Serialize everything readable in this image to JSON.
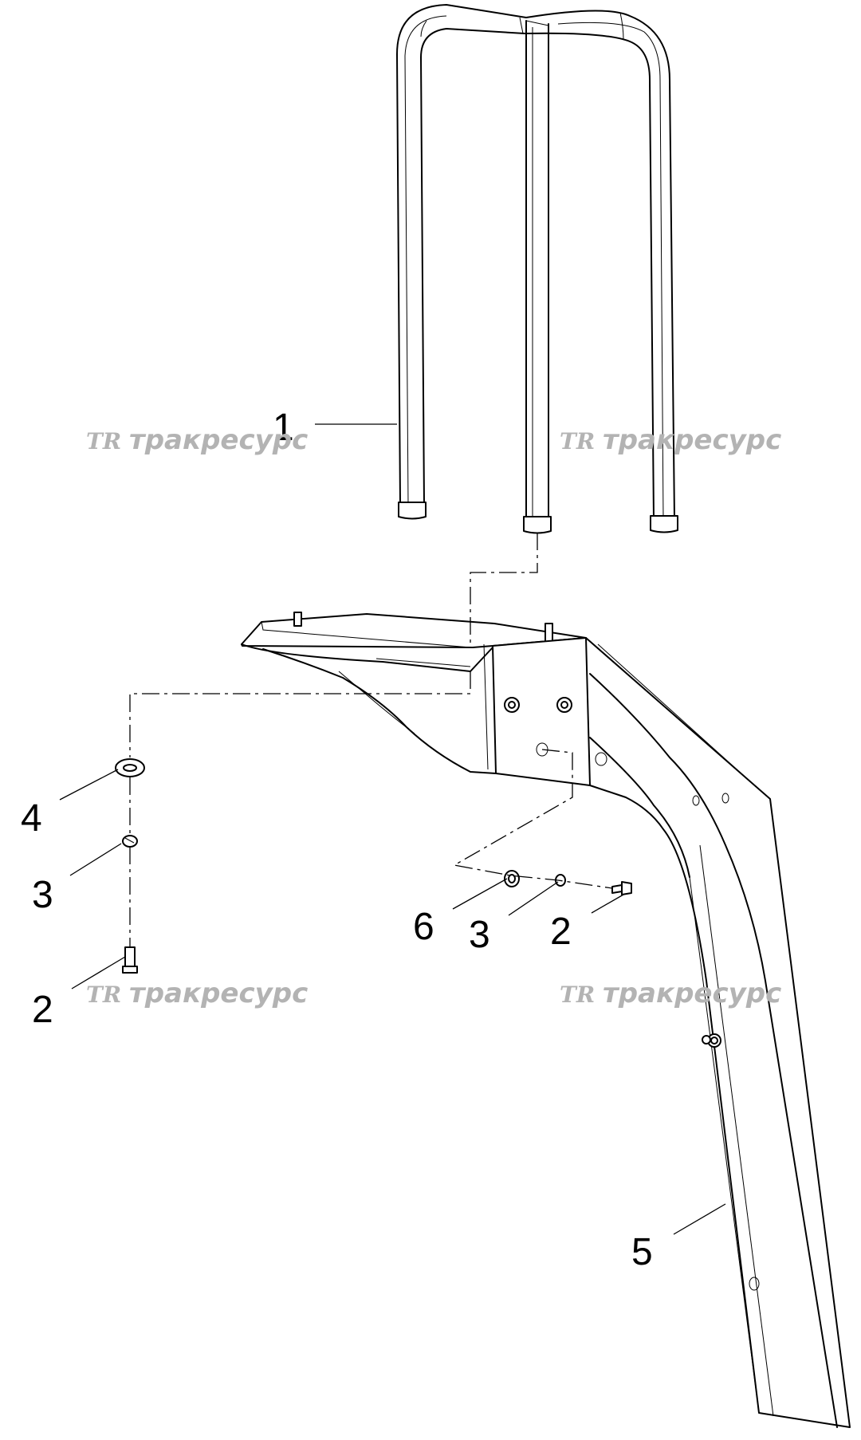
{
  "diagram": {
    "watermark_text": "тракресурс",
    "watermark_logo": "TR",
    "callouts": {
      "rail": "1",
      "bolt_left": "2",
      "lock_washer_left": "3",
      "flat_washer_left": "4",
      "fender": "5",
      "washer_right": "6",
      "lock_washer_right": "3",
      "bolt_right": "2"
    }
  }
}
